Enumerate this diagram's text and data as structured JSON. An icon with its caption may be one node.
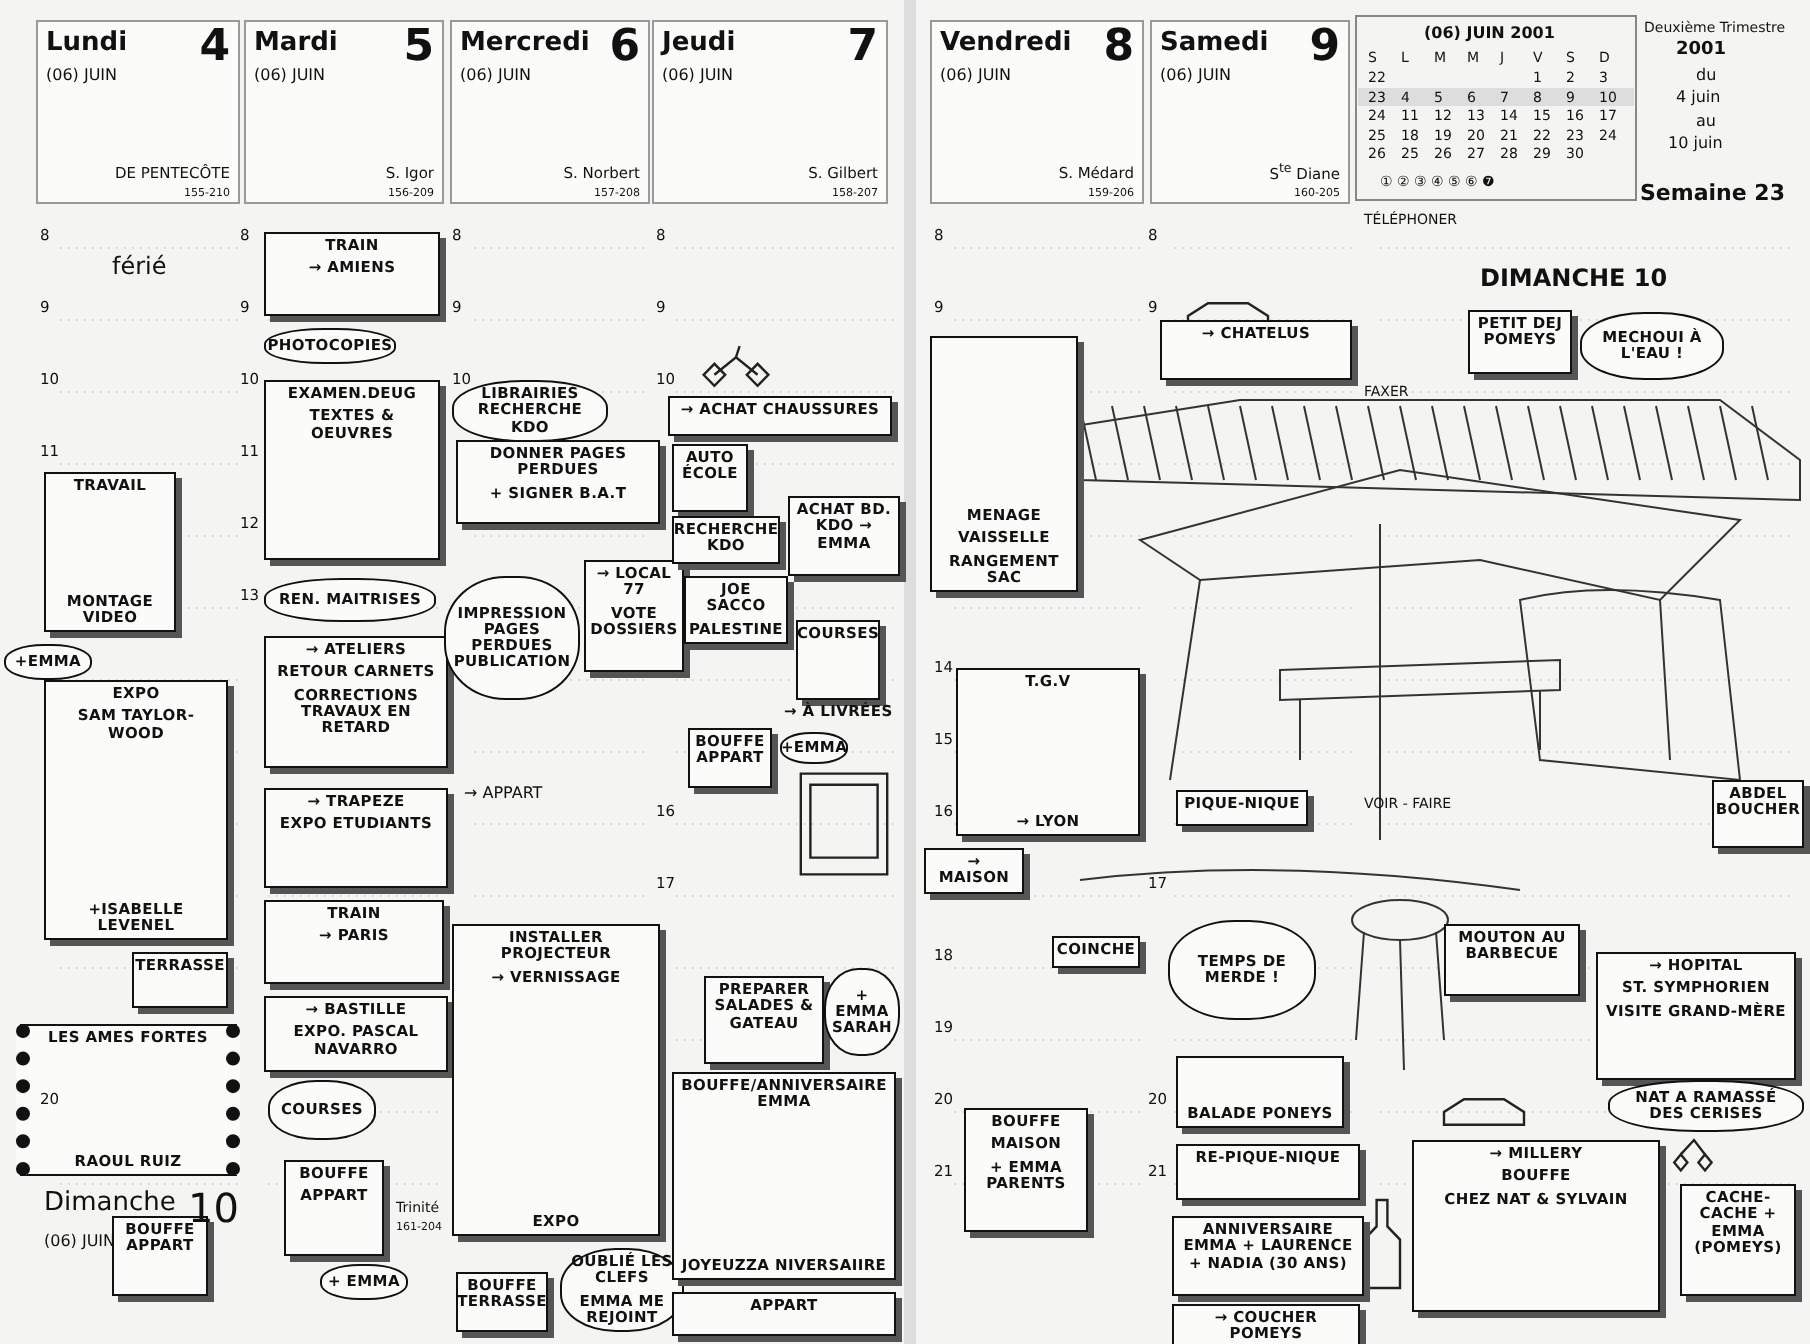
{
  "diagram": {
    "nodes": [
      {
        "text": [
          "Lundi",
          "4",
          "(06) JUIN",
          "DE PENTECÔTE",
          "155-210"
        ]
      },
      {
        "text": [
          "Mardi",
          "5",
          "(06) JUIN",
          "S. Igor",
          "156-209"
        ]
      },
      {
        "text": [
          "Mercredi",
          "6",
          "(06) JUIN",
          "S. Norbert",
          "157-208"
        ]
      },
      {
        "text": [
          "Jeudi",
          "7",
          "(06) JUIN",
          "S. Gilbert",
          "158-207"
        ]
      },
      {
        "text": [
          "Vendredi",
          "8",
          "(06) JUIN",
          "S. Médard",
          "159-206"
        ]
      },
      {
        "text": [
          "Samedi",
          "9",
          "(06) JUIN",
          "S$^{te}$ Diane",
          "160-205"
        ]
      },
      {
        "text": [
          "TRAVAIL",
          "MONTAGE VIDEO"
        ]
      },
      {
        "text": [
          "+EMMA"
        ]
      },
      {
        "text": [
          "EXPO",
          "SAM TAYLOR-WOOD",
          "+ISABELLE LEVENEL"
        ]
      },
      {
        "text": [
          "TERRASSE"
        ]
      },
      {
        "text": [
          "LES AMES FORTES",
          "RAOUL RUIZ"
        ]
      },
      {
        "text": [
          "BOUFFE APPART"
        ]
      },
      {
        "text": [
          "TRAIN",
          "→ AMIENS"
        ]
      },
      {
        "text": [
          "PHOTOCOPIES"
        ]
      },
      {
        "text": [
          "EXAMEN.DEUG",
          "TEXTES & OEUVRES"
        ]
      },
      {
        "text": [
          "REN. MAITRISES"
        ]
      },
      {
        "text": [
          "→ ATELIERS",
          "RETOUR CARNETS",
          "CORRECTIONS TRAVAUX EN RETARD"
        ]
      },
      {
        "text": [
          "→ TRAPEZE",
          "EXPO ETUDIANTS"
        ]
      },
      {
        "text": [
          "TRAIN",
          "→ PARIS"
        ]
      },
      {
        "text": [
          "→ BASTILLE",
          "EXPO. PASCAL NAVARRO"
        ]
      },
      {
        "text": [
          "COURSES"
        ]
      },
      {
        "text": [
          "BOUFFE",
          "APPART"
        ]
      },
      {
        "text": [
          "+ EMMA"
        ]
      },
      {
        "text": [
          "LIBRAIRIES RECHERCHE KDO"
        ]
      },
      {
        "text": [
          "DONNER PAGES PERDUES",
          "+ SIGNER B.A.T"
        ]
      },
      {
        "text": [
          "IMPRESSION PAGES PERDUES PUBLICATION"
        ]
      },
      {
        "text": [
          "→ LOCAL 77",
          "VOTE DOSSIERS"
        ]
      },
      {
        "text": [
          "INSTALLER PROJECTEUR",
          "→ VERNISSAGE",
          "EXPO"
        ]
      },
      {
        "text": [
          "BOUFFE TERRASSE"
        ]
      },
      {
        "text": [
          "OUBLIÉ LES CLEFS",
          "EMMA ME REJOINT"
        ]
      },
      {
        "text": [
          "→ ACHAT CHAUSSURES"
        ]
      },
      {
        "text": [
          "AUTO ÉCOLE"
        ]
      },
      {
        "text": [
          "RECHERCHE KDO"
        ]
      },
      {
        "text": [
          "ACHAT BD. KDO → EMMA"
        ]
      },
      {
        "text": [
          "JOE SACCO",
          "PALESTINE"
        ]
      },
      {
        "text": [
          "COURSES"
        ],
        "beside": [
          "→ À LIVRÉES"
        ]
      },
      {
        "text": [
          "BOUFFE APPART"
        ]
      },
      {
        "text": [
          "+EMMA"
        ]
      },
      {
        "text": [
          "PREPARER SALADES & GATEAU"
        ]
      },
      {
        "text": [
          "+ EMMA SARAH"
        ]
      },
      {
        "text": [
          "BOUFFE/ANNIVERSAIRE EMMA",
          "JOYEUZZA NIVERSAIIRE"
        ]
      },
      {
        "text": [
          "APPART"
        ]
      },
      {
        "text": [
          "MENAGE",
          "VAISSELLE",
          "RANGEMENT SAC"
        ]
      },
      {
        "text": [
          "T.G.V",
          "→ LYON"
        ]
      },
      {
        "text": [
          "→ MAISON"
        ]
      },
      {
        "text": [
          "BOUFFE",
          "MAISON",
          "+ EMMA PARENTS"
        ]
      },
      {
        "text": [
          "→ CHATELUS"
        ]
      },
      {
        "text": [
          "PIQUE-NIQUE"
        ]
      },
      {
        "text": [
          "COINCHE"
        ]
      },
      {
        "text": [
          "TEMPS DE MERDE !"
        ]
      },
      {
        "text": [
          "BALADE PONEYS"
        ]
      },
      {
        "text": [
          "RE-PIQUE-NIQUE"
        ]
      },
      {
        "text": [
          "ANNIVERSAIRE EMMA + LAURENCE + NADIA (30 ANS)"
        ]
      },
      {
        "text": [
          "→ COUCHER POMEYS"
        ]
      },
      {
        "text": [
          "PETIT DEJ POMEYS"
        ]
      },
      {
        "text": [
          "MECHOUI À L'EAU !"
        ]
      },
      {
        "text": [
          "MOUTON AU BARBECUE"
        ]
      },
      {
        "text": [
          "ABDEL BOUCHER"
        ]
      },
      {
        "text": [
          "→ HOPITAL",
          "ST. SYMPHORIEN",
          "VISITE GRAND-MÈRE"
        ]
      },
      {
        "text": [
          "NAT A RAMASSÉ DES CERISES"
        ]
      },
      {
        "text": [
          "→ MILLERY",
          "BOUFFE",
          "CHEZ NAT & SYLVAIN"
        ]
      },
      {
        "text": [
          "CACHE-CACHE + EMMA (POMEYS)"
        ]
      }
    ],
    "labels": [
      "férié",
      "(06) JUIN 2001",
      "S",
      "L",
      "M",
      "M",
      "J",
      "V",
      "S",
      "D",
      "22",
      "1",
      "2",
      "3",
      "23",
      "4",
      "5",
      "6",
      "7",
      "8",
      "9",
      "10",
      "24",
      "11",
      "12",
      "13",
      "14",
      "15",
      "16",
      "17",
      "25",
      "18",
      "19",
      "20",
      "21",
      "22",
      "23",
      "24",
      "26",
      "25",
      "26",
      "27",
      "28",
      "29",
      "30",
      "① ② ③ ④ ⑤ ⑥ ❼",
      "Deuxième Trimestre",
      "2001",
      "du",
      "4 juin",
      "au",
      "10 juin",
      "Semaine 23",
      "TÉLÉPHONER",
      "FAXER",
      "VOIR - FAIRE",
      "DIMANCHE 10",
      "→ APPART",
      "Dimanche",
      "10",
      "(06) JUIN",
      "Trinité",
      "161-204",
      "8",
      "9",
      "10",
      "11",
      "20",
      "8",
      "9",
      "10",
      "11",
      "12",
      "13",
      "8",
      "9",
      "10",
      "8",
      "9",
      "10",
      "16",
      "17",
      "8",
      "9",
      "14",
      "15",
      "16",
      "18",
      "19",
      "20",
      "21",
      "8",
      "9",
      "17",
      "20",
      "21"
    ]
  }
}
